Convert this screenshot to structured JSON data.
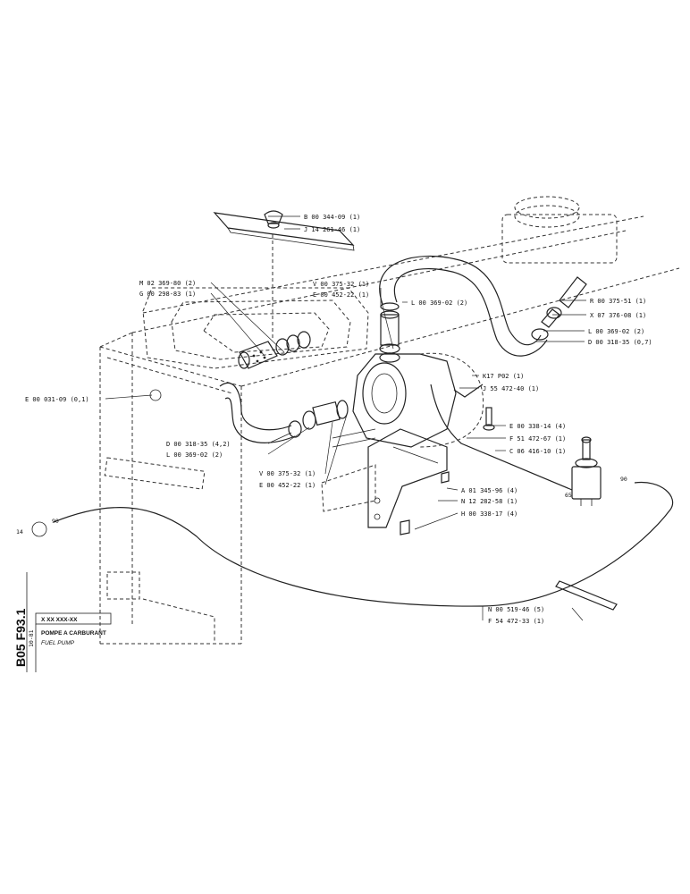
{
  "title_block": {
    "doc_code": "B05  F93.1",
    "ref": "X XX  XXX-XX",
    "date": "10-81",
    "title_fr": "POMPE A CARBURANT",
    "title_en": "FUEL PUMP"
  },
  "callouts": {
    "b_00_344_09": "B 00 344-09 (1)",
    "j_14_261_46": "J  14 261-46 (1)",
    "m_02_369_80": "M 02 369-80 (2)",
    "g_00_298_83": "G 00 298-83 (1)",
    "v_00_375_32_top": "V 00 375-32 (1)",
    "e_00_452_22_top": "E 00 452-22 (1)",
    "l_00_369_02_top": "L  00 369-02 (2)",
    "r_00_375_51": "R 00 375-51 (1)",
    "x_07_376_08": "X 07 376-08 (1)",
    "l_00_369_02_right": "L 00 369-02 (2)",
    "d_00_318_35_right": "D 00 318-35 (0,7)",
    "e_00_031_09": "E  00 031-09 (0,1)",
    "k17_p02": "K17  P02 (1)",
    "j_55_472_40": "J  55 472-40 (1)",
    "e_00_338_14": "E 00 338-14 (4)",
    "f_51_472_67": "F  51 472-67 (1)",
    "c_06_416_10": "C 06 416-10 (1)",
    "d_00_318_35_left": "D 00 318-35 (4,2)",
    "l_00_369_02_left": "L  00 369-02 (2)",
    "v_00_375_32_bottom": "V 00 375-32 (1)",
    "e_00_452_22_bottom": "E 00 452-22 (1)",
    "a_01_345_96": "A  01 345-96 (4)",
    "n_12_282_58": "N  12 282-58 (1)",
    "h_00_338_17": "H 00 338-17 (4)",
    "n_00_519_46": "N 00 519-46 (5)",
    "f_54_472_33": "F  54 472-33 (1)"
  },
  "cable_marks": {
    "left_14": "14",
    "left_90": "90",
    "right_90": "90",
    "mid_65": "65"
  }
}
